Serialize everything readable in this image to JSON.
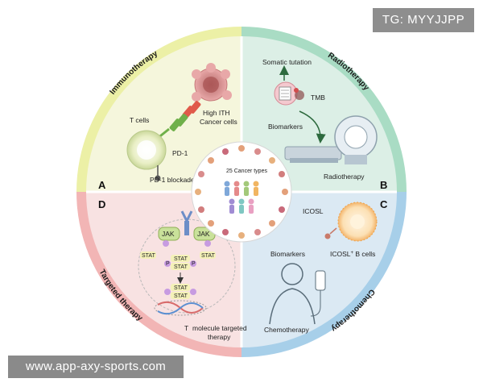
{
  "watermarks": {
    "tag": "TG: MYYJJPP",
    "url": "www.app-axy-sports.com"
  },
  "quadrants": {
    "a": {
      "letter": "A",
      "ring_label": "Immunotherapy"
    },
    "b": {
      "letter": "B",
      "ring_label": "Radiotherapy"
    },
    "c": {
      "letter": "C",
      "ring_label": "Chemotherapy"
    },
    "d": {
      "letter": "D",
      "ring_label": "Targeted therapy"
    }
  },
  "center": {
    "label": "25 Cancer types"
  },
  "immunotherapy": {
    "t_cells": "T cells",
    "high_ith_1": "High ITH",
    "high_ith_2": "Cancer cells",
    "pd1": "PD-1",
    "pd1_blockade": "PD-1 blockade"
  },
  "radiotherapy": {
    "somatic": "Somatic tutation",
    "tmb": "TMB",
    "biomarkers": "Biomarkers",
    "radiotherapy": "Radiotherapy"
  },
  "chemotherapy": {
    "icosl": "ICOSL",
    "biomarkers": "Biomarkers",
    "icosl_b": "ICOSL",
    "icosl_b_sup": "+",
    "icosl_b_rest": " B cells",
    "chemotherapy": "Chemotherapy"
  },
  "targeted": {
    "jak_left": "JAK",
    "jak_right": "JAK",
    "stat": "STAT",
    "p": "P",
    "molecule_1": "molecule targeted",
    "molecule_2": "therapy",
    "molecule_prefix": "T"
  },
  "colors": {
    "immuno_bg": "#f1f3d4",
    "radio_bg": "#d6ece2",
    "chemo_bg": "#d5e6f1",
    "targeted_bg": "#f6dcdc",
    "ring_immuno": "#ecf0a6",
    "ring_radio": "#a9dcc4",
    "ring_chemo": "#a7cfe9",
    "ring_targeted": "#f2b5b5"
  }
}
